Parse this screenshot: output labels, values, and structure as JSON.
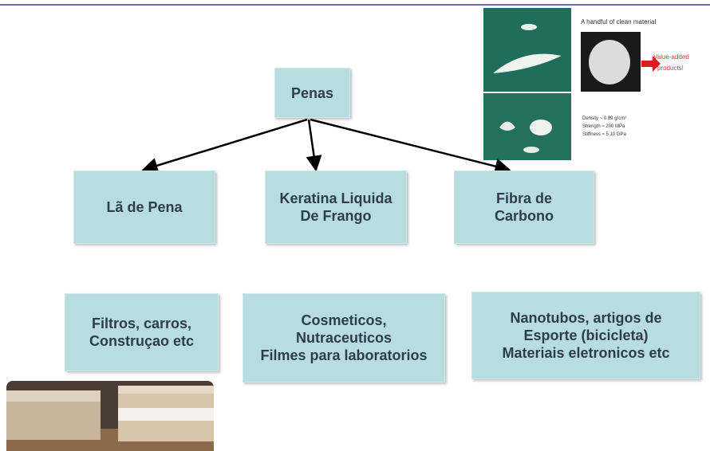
{
  "nodes": {
    "root": "Penas",
    "branch1": "Lã de Pena",
    "branch2": "Keratina Liquida\nDe Frango",
    "branch3": "Fibra de\nCarbono",
    "app1": "Filtros, carros,\nConstruçao etc",
    "app2": "Cosmeticos,\nNutraceuticos\nFilmes para laboratorios",
    "app3": "Nanotubos, artigos de\nEsporte (bicicleta)\nMateriais eletronicos etc"
  },
  "colors": {
    "box_fill": "#b8dde0",
    "box_text": "#2d3d4a",
    "top_rule": "#6b6fa8",
    "arrow": "#000000"
  }
}
